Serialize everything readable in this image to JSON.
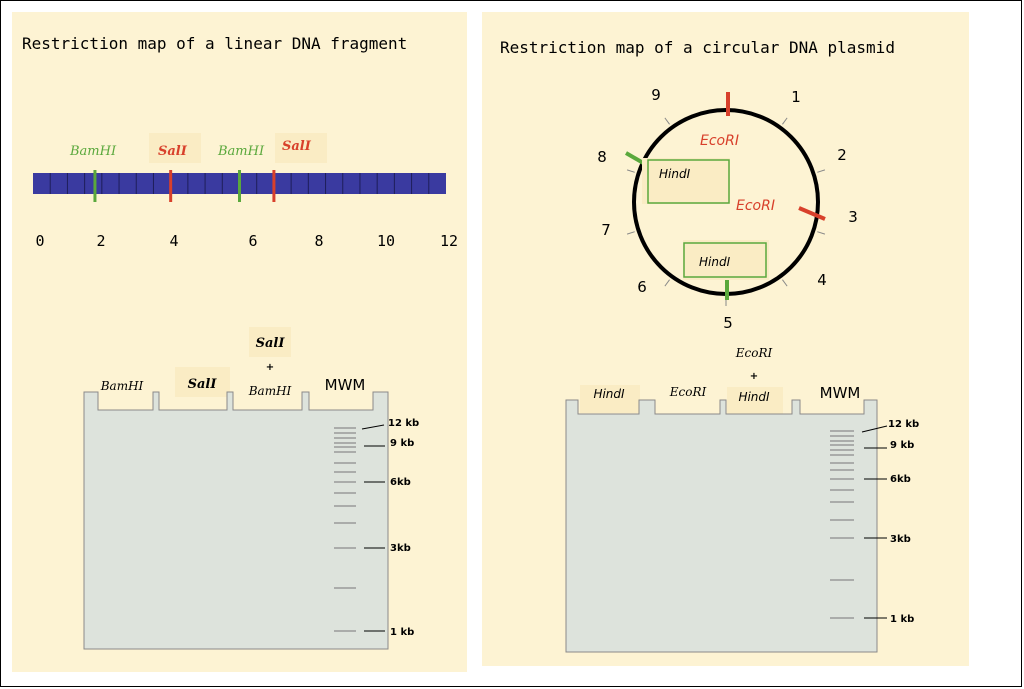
{
  "left": {
    "title": "Restriction map of a linear DNA fragment",
    "axis_ticks": [
      "0",
      "2",
      "4",
      "6",
      "8",
      "10",
      "12"
    ],
    "sites": [
      {
        "label": "BamHI",
        "pos": 1.8,
        "color": "#5aa83c"
      },
      {
        "label": "SalI",
        "pos": 4,
        "color": "#d8402b"
      },
      {
        "label": "BamHI",
        "pos": 6,
        "color": "#5aa83c"
      },
      {
        "label": "SalI",
        "pos": 7,
        "color": "#d8402b"
      }
    ],
    "gel": {
      "lane1": "BamHI",
      "lane2": "SalI",
      "lane3_top": "SalI",
      "lane3_plus": "+",
      "lane3_bottom": "BamHI",
      "mwm": "MWM",
      "markers": [
        "12 kb",
        "9 kb",
        "6kb",
        "3kb",
        "1 kb"
      ]
    }
  },
  "right": {
    "title": "Restriction map of a circular DNA plasmid",
    "clock_numbers": [
      "1",
      "2",
      "3",
      "4",
      "5",
      "6",
      "7",
      "8",
      "9"
    ],
    "ecori_label_1": "EcoRI",
    "ecori_label_2": "EcoRI",
    "hindi_label_1": "HindI",
    "hindi_label_2": "HindI",
    "gel": {
      "lane1": "HindI",
      "lane2": "EcoRI",
      "lane3_top": "EcoRI",
      "lane3_plus": "+",
      "lane3_bottom": "HindI",
      "mwm": "MWM",
      "markers": [
        "12 kb",
        "9 kb",
        "6kb",
        "3kb",
        "1 kb"
      ]
    }
  },
  "colors": {
    "panel_bg": "#fdf3d3",
    "dna_bar": "#3a3aa0",
    "bamhi": "#5aa83c",
    "sali": "#d8402b",
    "gel": "#dde3dc"
  }
}
